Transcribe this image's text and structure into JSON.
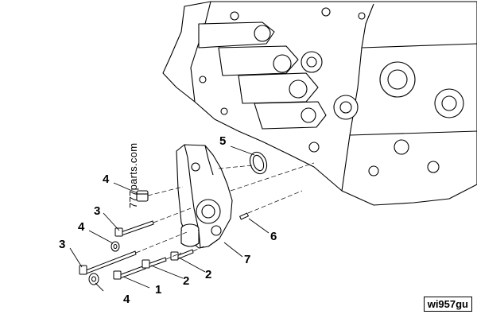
{
  "diagram": {
    "callouts": [
      "1",
      "2",
      "2",
      "3",
      "3",
      "4",
      "4",
      "4",
      "5",
      "6",
      "7"
    ],
    "watermark": "777parts.com",
    "figure_id": "wi957gu"
  }
}
